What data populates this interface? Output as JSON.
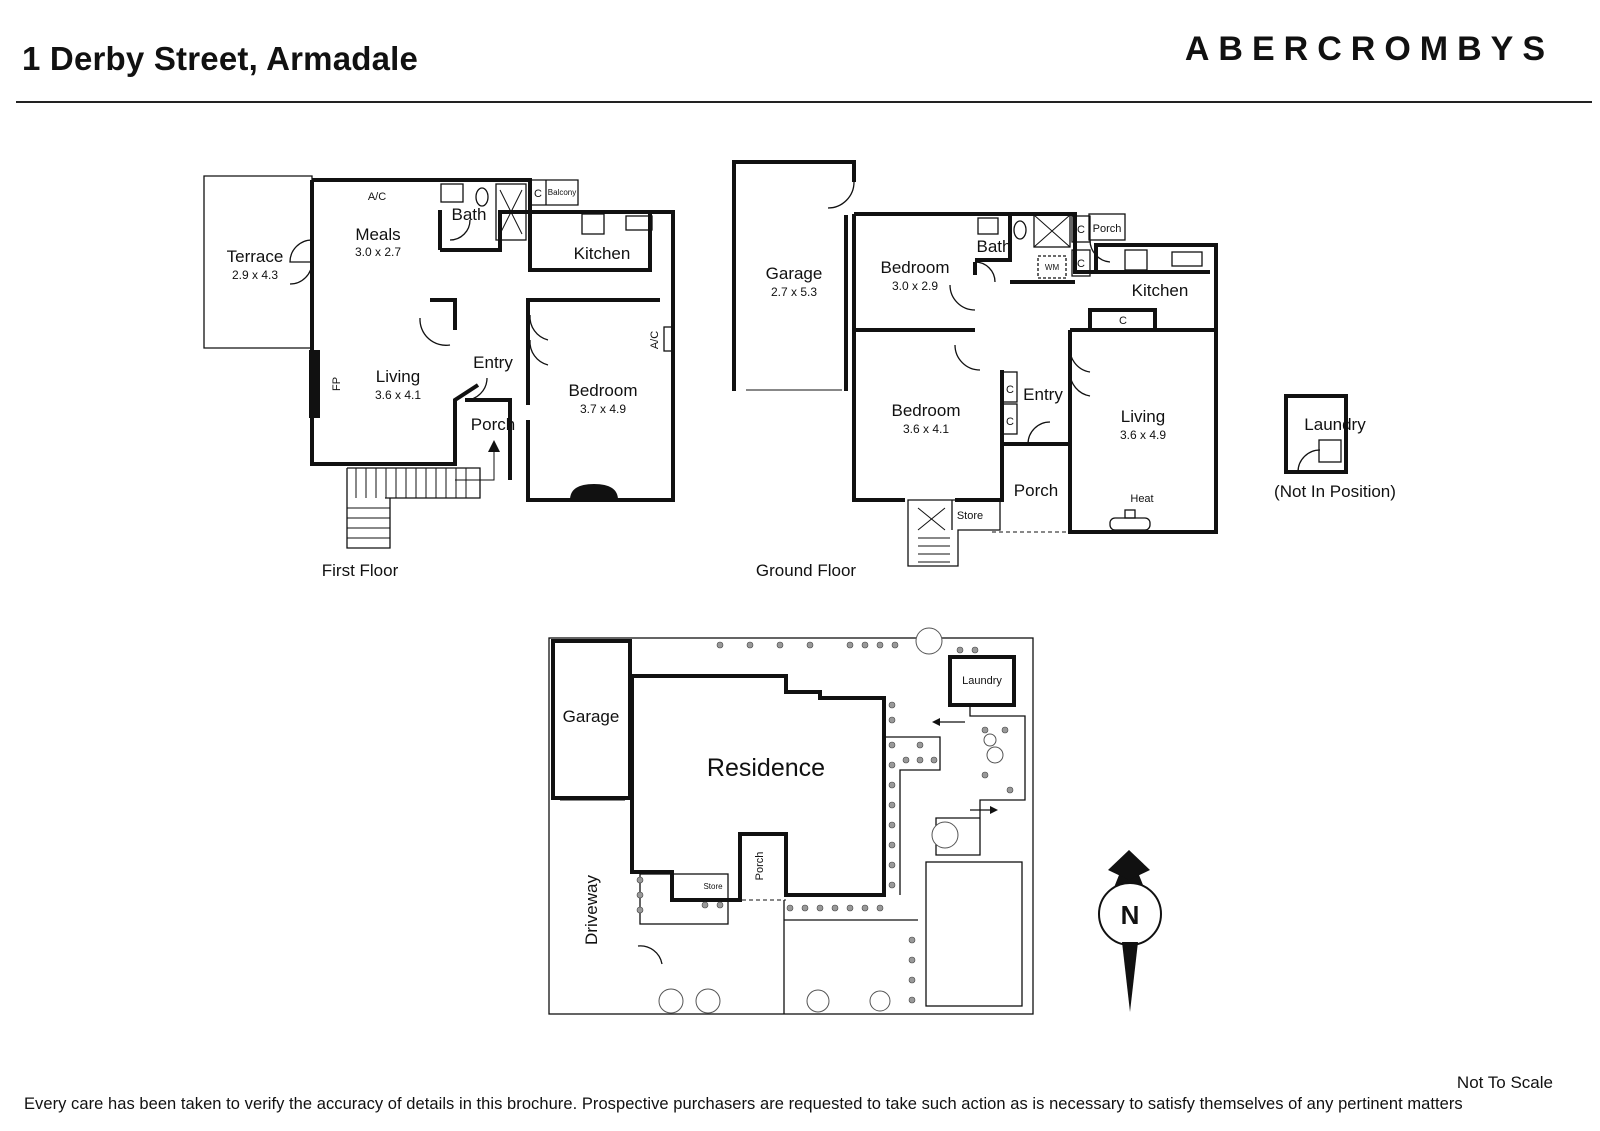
{
  "header": {
    "title": "1 Derby Street, Armadale",
    "brand": "ABERCROMBYS"
  },
  "first_floor": {
    "caption": "First Floor",
    "rooms": {
      "terrace": {
        "name": "Terrace",
        "dims": "2.9 x 4.3"
      },
      "meals": {
        "name": "Meals",
        "dims": "3.0 x 2.7"
      },
      "bath": {
        "name": "Bath"
      },
      "kitchen": {
        "name": "Kitchen"
      },
      "living": {
        "name": "Living",
        "dims": "3.6 x 4.1"
      },
      "entry": {
        "name": "Entry"
      },
      "bedroom": {
        "name": "Bedroom",
        "dims": "3.7 x 4.9"
      },
      "porch": {
        "name": "Porch"
      }
    },
    "labels": {
      "ac_top": "A/C",
      "ac_side": "A/C",
      "fp": "FP",
      "cupboard": "C",
      "balcony": "Balcony"
    }
  },
  "ground_floor": {
    "caption": "Ground Floor",
    "rooms": {
      "garage": {
        "name": "Garage",
        "dims": "2.7 x 5.3"
      },
      "bedroom1": {
        "name": "Bedroom",
        "dims": "3.0 x 2.9"
      },
      "bath": {
        "name": "Bath"
      },
      "porch_small": {
        "name": "Porch"
      },
      "kitchen": {
        "name": "Kitchen"
      },
      "bedroom2": {
        "name": "Bedroom",
        "dims": "3.6 x 4.1"
      },
      "entry": {
        "name": "Entry"
      },
      "living": {
        "name": "Living",
        "dims": "3.6 x 4.9"
      },
      "porch": {
        "name": "Porch"
      },
      "store": {
        "name": "Store"
      }
    },
    "labels": {
      "heat": "Heat",
      "wm": "WM",
      "cupboard": "C"
    }
  },
  "laundry": {
    "name": "Laundry",
    "note": "(Not In Position)"
  },
  "site_plan": {
    "garage": "Garage",
    "residence": "Residence",
    "laundry": "Laundry",
    "porch": "Porch",
    "store": "Store",
    "driveway": "Driveway"
  },
  "compass": {
    "label": "N"
  },
  "footer": {
    "not_to_scale": "Not To Scale",
    "disclaimer": "Every care has been taken to verify the accuracy of details in this brochure. Prospective purchasers are requested to take such action as is necessary to satisfy themselves of any pertinent matters"
  }
}
